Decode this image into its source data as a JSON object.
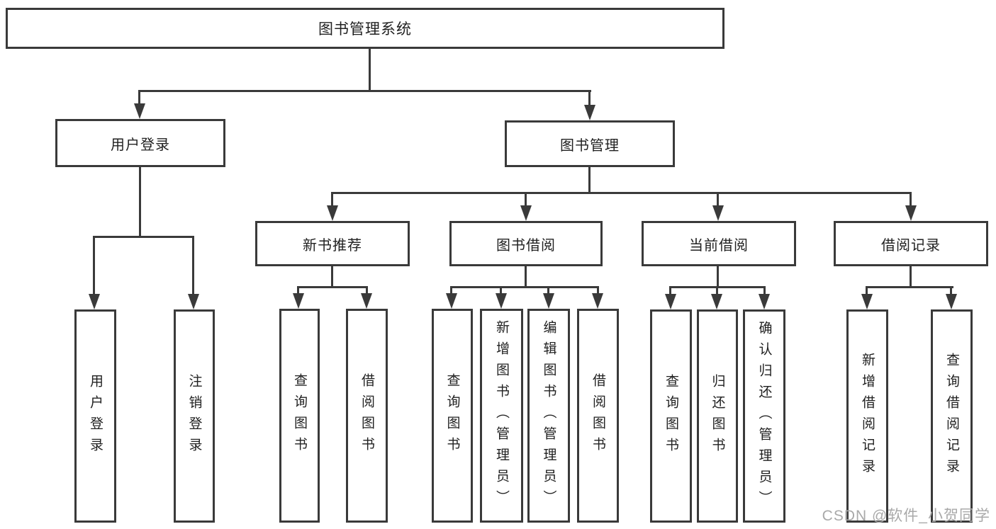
{
  "diagram": {
    "title": "图书管理系统",
    "type": "hierarchy-org-chart",
    "tree": {
      "label": "图书管理系统",
      "children": [
        {
          "label": "用户登录",
          "children": [
            {
              "label": "用户登录"
            },
            {
              "label": "注销登录"
            }
          ]
        },
        {
          "label": "图书管理",
          "children": [
            {
              "label": "新书推荐",
              "children": [
                {
                  "label": "查询图书"
                },
                {
                  "label": "借阅图书"
                }
              ]
            },
            {
              "label": "图书借阅",
              "children": [
                {
                  "label": "查询图书"
                },
                {
                  "label": "新增图书（管理员）"
                },
                {
                  "label": "编辑图书（管理员）"
                },
                {
                  "label": "借阅图书"
                }
              ]
            },
            {
              "label": "当前借阅",
              "children": [
                {
                  "label": "查询图书"
                },
                {
                  "label": "归还图书"
                },
                {
                  "label": "确认归还（管理员）"
                }
              ]
            },
            {
              "label": "借阅记录",
              "children": [
                {
                  "label": "新增借阅记录"
                },
                {
                  "label": "查询借阅记录"
                }
              ]
            }
          ]
        }
      ]
    },
    "colors": {
      "line": "#3a3a3a",
      "box_border": "#3a3a3a",
      "box_fill": "#ffffff",
      "text": "#212121",
      "background": "#ffffff"
    }
  },
  "watermark": {
    "text": "CSDN @软件_小贺同学",
    "color": "#a9a9a9"
  }
}
